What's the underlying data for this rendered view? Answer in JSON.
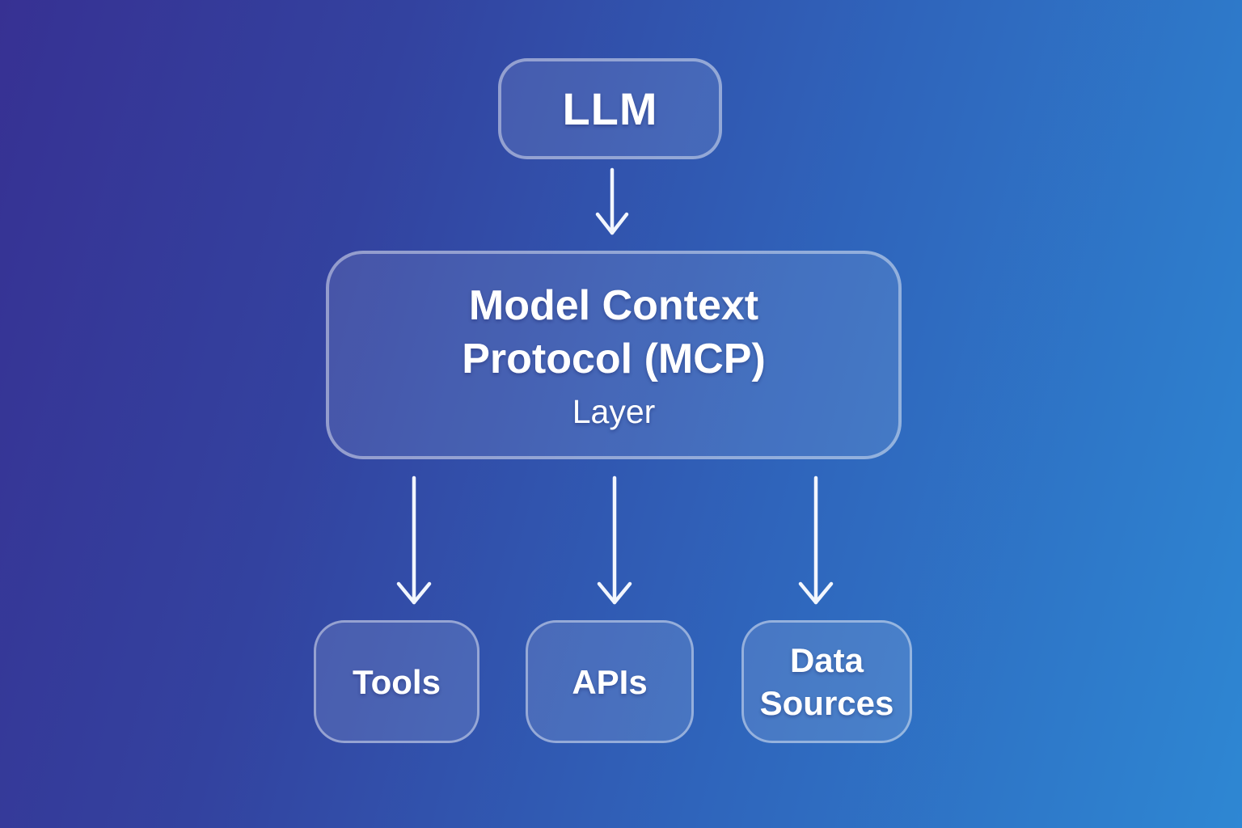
{
  "diagram": {
    "nodes": {
      "llm": {
        "label": "LLM"
      },
      "mcp": {
        "title": "Model Context Protocol (MCP)",
        "subtitle": "Layer"
      },
      "tools": {
        "label": "Tools"
      },
      "apis": {
        "label": "APIs"
      },
      "data_sources": {
        "label": "Data Sources"
      }
    },
    "colors": {
      "background_gradient_start": "#373193",
      "background_gradient_end": "#2e87d3",
      "box_fill": "rgba(255,255,255,0.10)",
      "box_border": "rgba(255,255,255,0.42)",
      "arrow": "#f2f6fd",
      "text": "#ffffff"
    }
  }
}
